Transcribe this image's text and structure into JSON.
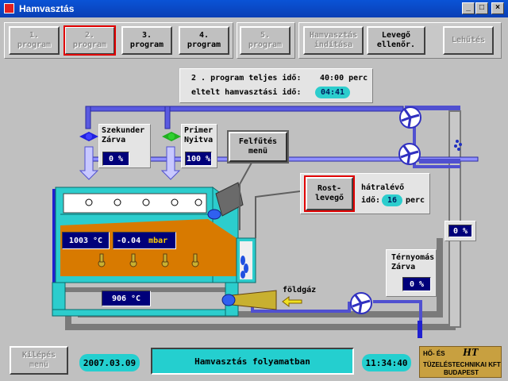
{
  "window": {
    "title": "Hamvasztás"
  },
  "toolbar": {
    "buttons": [
      {
        "label": "1.\nprogram",
        "disabled": true
      },
      {
        "label": "2.\nprogram",
        "disabled": true,
        "selected": true
      },
      {
        "label": "3.\nprogram",
        "disabled": false
      },
      {
        "label": "4.\nprogram",
        "disabled": false
      },
      {
        "label": "5.\nprogram",
        "disabled": true
      },
      {
        "label": "Hamvasztás\nindítása",
        "disabled": true
      },
      {
        "label": "Levegő\nellenőr.",
        "disabled": false
      },
      {
        "label": "Lehűtés",
        "disabled": true
      }
    ]
  },
  "info": {
    "program_time_label": "2 . program teljes idő:",
    "program_time_value": "40:00 perc",
    "elapsed_label": "eltelt hamvasztási idő:",
    "elapsed_value": "04:41"
  },
  "valves": {
    "secondary": {
      "label": "Szekunder\nZárva",
      "value": "0 %"
    },
    "primary": {
      "label": "Primer\nNyitva",
      "value": "100 %"
    }
  },
  "heating_button": "Felfűtés\nmenü",
  "grate_air": {
    "button": "Rost-\nlevegő",
    "remaining_label": "hátralévő",
    "time_label": "idő:",
    "time_value": "16",
    "unit": "perc"
  },
  "readings": {
    "temperature": "1003 °C",
    "pressure": "-0.04",
    "pressure_unit": "mbar",
    "lower_temperature": "906 °C"
  },
  "chimney_value": "0 %",
  "draft_damper": {
    "label": "Térnyomás\nZárva",
    "value": "0 %"
  },
  "gas_label": "földgáz",
  "footer": {
    "exit_button": "Kilépés\nmenü",
    "date": "2007.03.09",
    "status": "Hamvasztás folyamatban",
    "time": "11:34:40",
    "logo_top": "HŐ- ÉS",
    "logo_mark": "HT",
    "logo_mid": "TÜZELÉSTECHNIKAI KFT",
    "logo_bottom": "BUDAPEST"
  },
  "colors": {
    "pipe": "#5050d0",
    "cyan": "#24cfcf",
    "navy": "#00007a",
    "accent_red": "#e00000"
  }
}
